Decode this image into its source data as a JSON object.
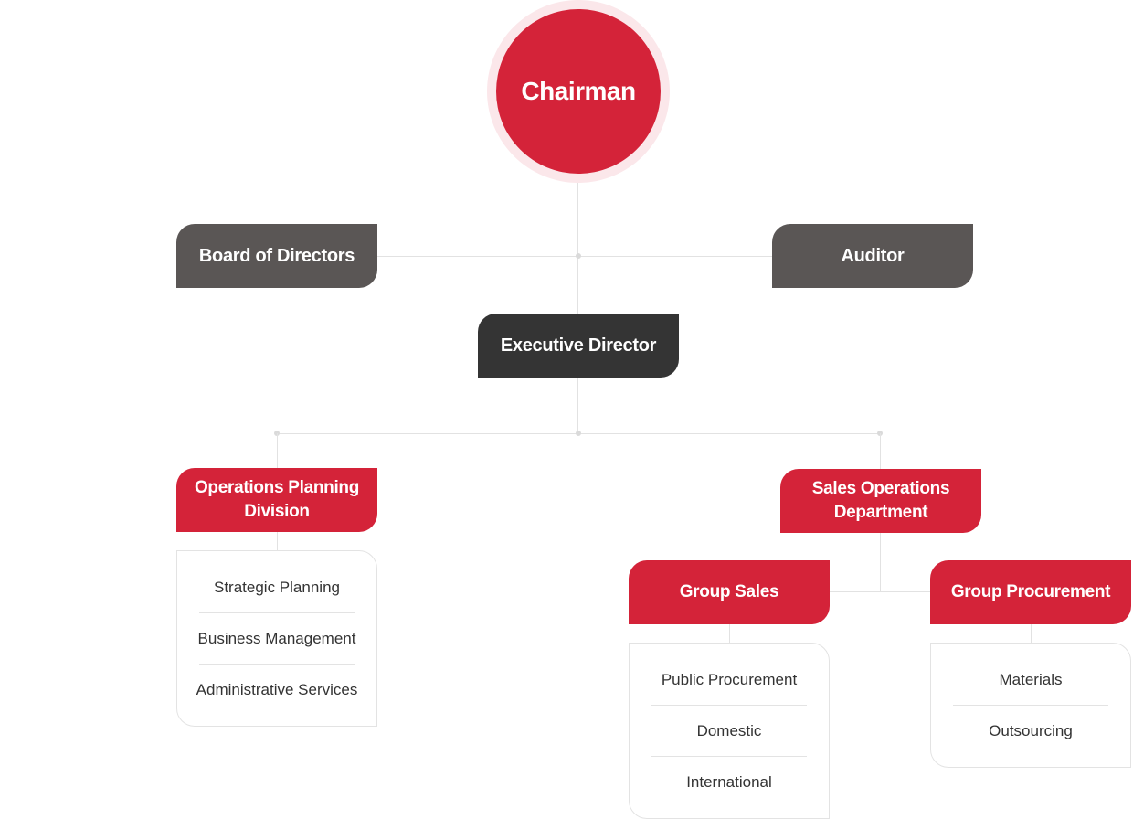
{
  "chairman": "Chairman",
  "board": "Board of Directors",
  "auditor": "Auditor",
  "executive": "Executive Director",
  "ops_division": {
    "title": "Operations Planning Division",
    "items": [
      "Strategic Planning",
      "Business Management",
      "Administrative Services"
    ]
  },
  "sales_department": {
    "title": "Sales Operations Department"
  },
  "group_sales": {
    "title": "Group Sales",
    "items": [
      "Public Procurement",
      "Domestic",
      "International"
    ]
  },
  "group_procurement": {
    "title": "Group Procurement",
    "items": [
      "Materials",
      "Outsourcing"
    ]
  },
  "colors": {
    "accent_red": "#d42339",
    "grey_box": "#5a5655",
    "dark_box": "#343434",
    "connector": "#e2e2e2"
  }
}
